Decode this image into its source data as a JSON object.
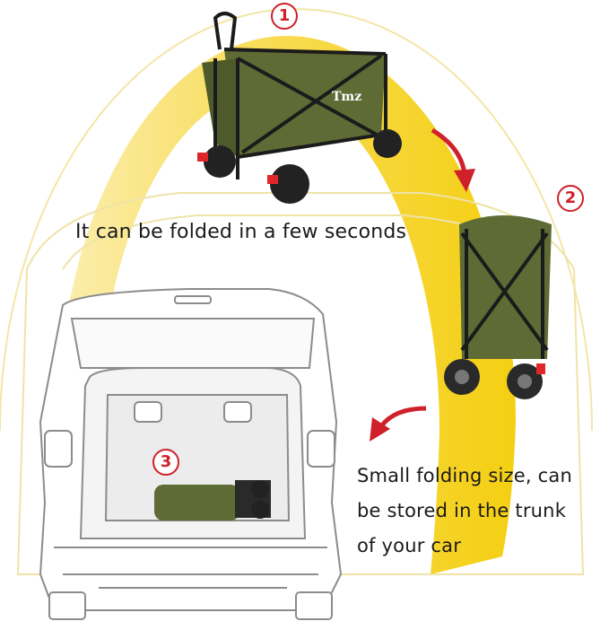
{
  "steps": [
    "1",
    "2",
    "3"
  ],
  "captions": {
    "fold": "It can be folded in a few seconds",
    "storage_lines": [
      "Small folding size, can",
      "be stored in the trunk",
      "of your car"
    ]
  },
  "brand_logo": "Tmz",
  "colors": {
    "arc_yellow": "#f6d21a",
    "wagon_green": "#5e6b35",
    "frame_black": "#1b1b1b",
    "step_red": "#d0202a",
    "car_outline": "#8c8c8c"
  },
  "icons": [
    "red-curved-arrow",
    "red-curved-arrow"
  ]
}
